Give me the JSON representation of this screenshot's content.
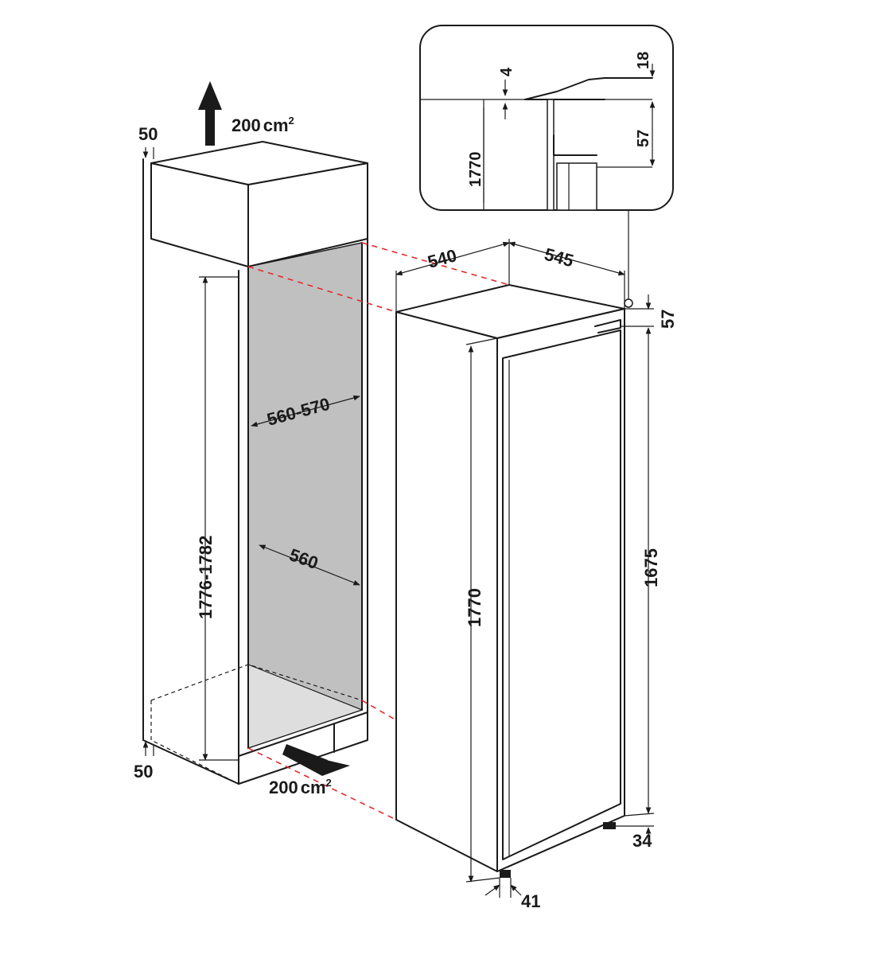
{
  "dimensions": {
    "top_gap": "50",
    "top_vent_area": "200",
    "vent_unit": "cm",
    "vent_unit_sup": "2",
    "bottom_gap": "50",
    "bottom_vent_area": "200",
    "niche_height": "1776-1782",
    "niche_width": "560-570",
    "niche_inner_width": "560",
    "appliance_width": "540",
    "appliance_depth": "545",
    "top_offset": "57",
    "appliance_height": "1770",
    "door_height": "1675",
    "bottom_offset": "34",
    "door_bottom_offset": "41"
  },
  "detail": {
    "d4": "4",
    "d18": "18",
    "d57": "57",
    "d1770": "1770"
  }
}
